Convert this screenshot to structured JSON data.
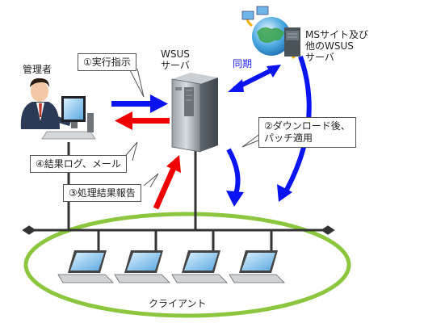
{
  "labels": {
    "admin": "管理者",
    "wsus": "WSUS\nサーバ",
    "ms_server": "MSサイト及び\n他のWSUS\nサーバ",
    "sync": "同期",
    "clients": "クライアント"
  },
  "callouts": {
    "exec": "①実行指示",
    "download": "②ダウンロード後、\nパッチ適用",
    "report": "③処理結果報告",
    "log_mail": "④結果ログ、メール"
  },
  "colors": {
    "blue_arrow": "#0a14f0",
    "red_arrow": "#f00000",
    "ellipse": "#8cc63f",
    "network_line": "#333333"
  },
  "icons": {
    "admin": "admin-person-icon",
    "wsus_server": "tower-server-icon",
    "ms_site": "globe-server-icon",
    "client": "laptop-icon"
  }
}
